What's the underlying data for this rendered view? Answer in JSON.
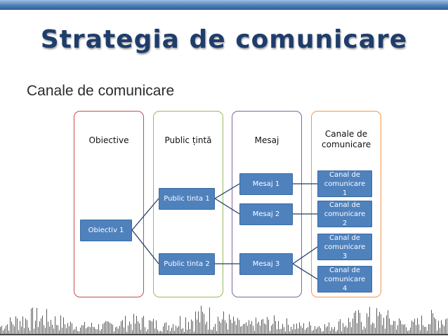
{
  "slide": {
    "title": "Strategia de comunicare",
    "subtitle": "Canale de comunicare"
  },
  "columns": [
    {
      "id": "obiective",
      "header": "Obiective",
      "border_color": "#c0504d"
    },
    {
      "id": "public",
      "header": "Public țintă",
      "border_color": "#9bbb59"
    },
    {
      "id": "mesaj",
      "header": "Mesaj",
      "border_color": "#8064a2"
    },
    {
      "id": "canale",
      "header": "Canale de comunicare",
      "border_color": "#f79646"
    }
  ],
  "nodes": {
    "obiectiv_1": "Obiectiv 1",
    "public_tinta_1": "Public tinta 1",
    "public_tinta_2": "Public tinta 2",
    "mesaj_1": "Mesaj 1",
    "mesaj_2": "Mesaj 2",
    "mesaj_3": "Mesaj 3",
    "canal_1": "Canal de comunicare 1",
    "canal_2": "Canal de comunicare 2",
    "canal_3": "Canal de comunicare 3",
    "canal_4": "Canal de comunicare 4"
  },
  "connections": [
    [
      "obiectiv_1",
      "public_tinta_1"
    ],
    [
      "obiectiv_1",
      "public_tinta_2"
    ],
    [
      "public_tinta_1",
      "mesaj_1"
    ],
    [
      "public_tinta_1",
      "mesaj_2"
    ],
    [
      "public_tinta_2",
      "mesaj_3"
    ],
    [
      "mesaj_1",
      "canal_1"
    ],
    [
      "mesaj_2",
      "canal_2"
    ],
    [
      "mesaj_3",
      "canal_3"
    ],
    [
      "mesaj_3",
      "canal_4"
    ]
  ],
  "colors": {
    "node_fill": "#4f81bd",
    "connector": "#1f3d6b",
    "title": "#1f3d6b",
    "header_bar": "#4f7fb8"
  }
}
